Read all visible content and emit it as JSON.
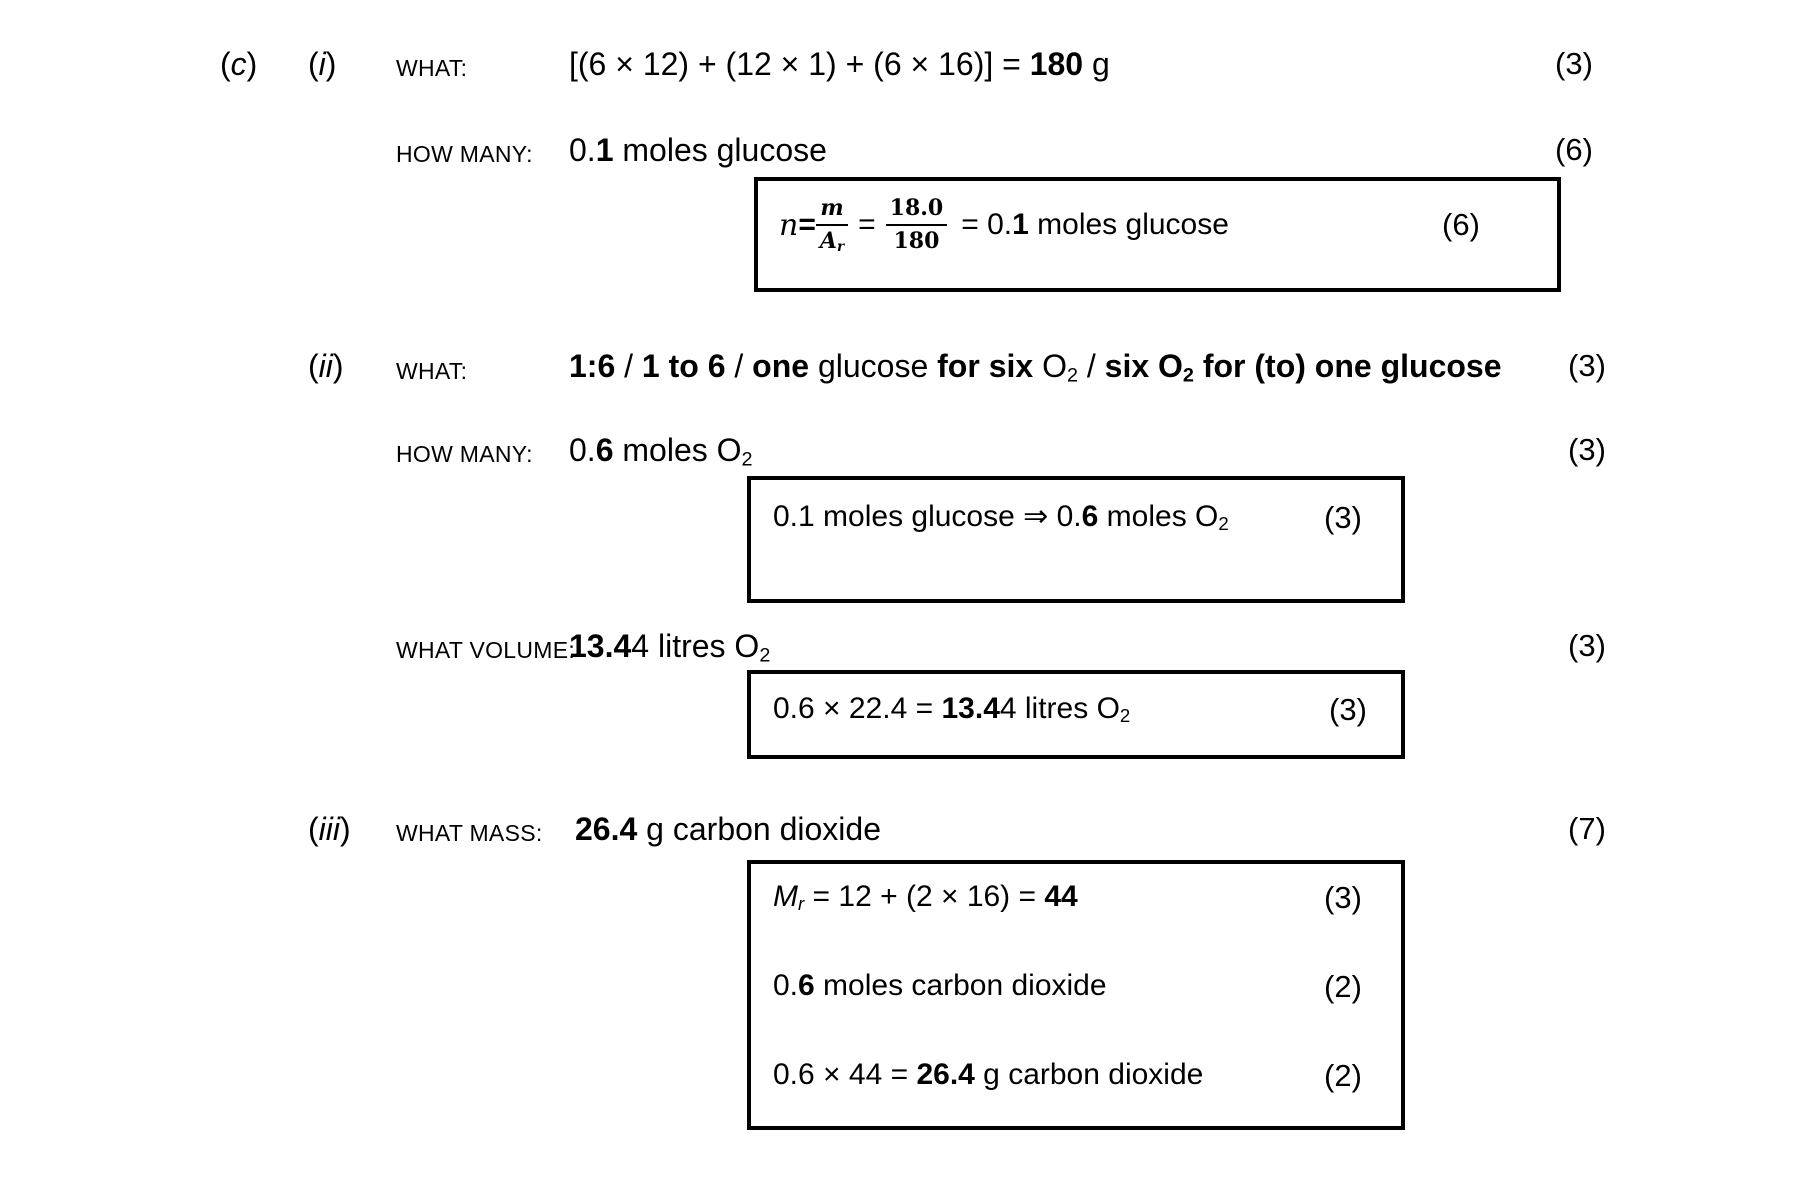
{
  "part_c": {
    "label": "c",
    "sub_i": {
      "numeral": "i",
      "what": {
        "label": "WHAT:",
        "pre": "[(6 × 12) + (12 × 1) + (6 × 16)] = ",
        "bold": "180",
        "post": " g",
        "marks": "(3)"
      },
      "how_many": {
        "label": "HOW MANY:",
        "pre": "0.",
        "bold": "1",
        "post": " moles glucose",
        "marks": "(6)"
      },
      "box": {
        "n_var": "n",
        "equals1": " = ",
        "frac1_num": "m",
        "frac1_den_main": "A",
        "frac1_den_sub": "r",
        "equals2": " = ",
        "frac2_num": "18.0",
        "frac2_den": "180",
        "result_pre": "= 0.",
        "result_bold": "1",
        "result_post": " moles glucose",
        "marks": "(6)"
      }
    },
    "sub_ii": {
      "numeral": "ii",
      "what": {
        "label": "WHAT:",
        "b1": "1:6",
        "s1": " / ",
        "b2": "1 to 6",
        "s2": " / ",
        "b3": "one",
        "s3": " glucose ",
        "b4": "for six",
        "s4": " O",
        "s4_sub": "2",
        "s5": " / ",
        "b5": "six O",
        "b5_sub": "2",
        "b6": " for (to) one glucose",
        "marks": "(3)"
      },
      "how_many": {
        "label": "HOW MANY:",
        "pre": "0.",
        "bold": "6",
        "post": " moles O",
        "post_sub": "2",
        "marks": "(3)"
      },
      "box_moles": {
        "pre": "0.1 moles glucose ⇒ 0.",
        "bold": "6",
        "post": " moles O",
        "post_sub": "2",
        "marks": "(3)"
      },
      "what_volume": {
        "label": "WHAT VOLUME:",
        "bold": "13.4",
        "post": "4 litres O",
        "post_sub": "2",
        "marks": "(3)"
      },
      "box_volume": {
        "pre": "0.6 × 22.4 = ",
        "bold": "13.4",
        "post": "4 litres O",
        "post_sub": "2",
        "marks": "(3)"
      }
    },
    "sub_iii": {
      "numeral": "iii",
      "what_mass": {
        "label": "WHAT MASS:",
        "bold": "26.4",
        "post": " g carbon dioxide",
        "marks": "(7)"
      },
      "box_mass": {
        "line1": {
          "mr_main": "M",
          "mr_sub": "r",
          "pre": " = 12 + (2 × 16) = ",
          "bold": "44",
          "marks": "(3)"
        },
        "line2": {
          "pre": "0.",
          "bold": "6",
          "post": " moles carbon dioxide",
          "marks": "(2)"
        },
        "line3": {
          "pre": "0.6 × 44 = ",
          "bold": "26.4",
          "post": " g carbon dioxide",
          "marks": "(2)"
        }
      }
    }
  }
}
